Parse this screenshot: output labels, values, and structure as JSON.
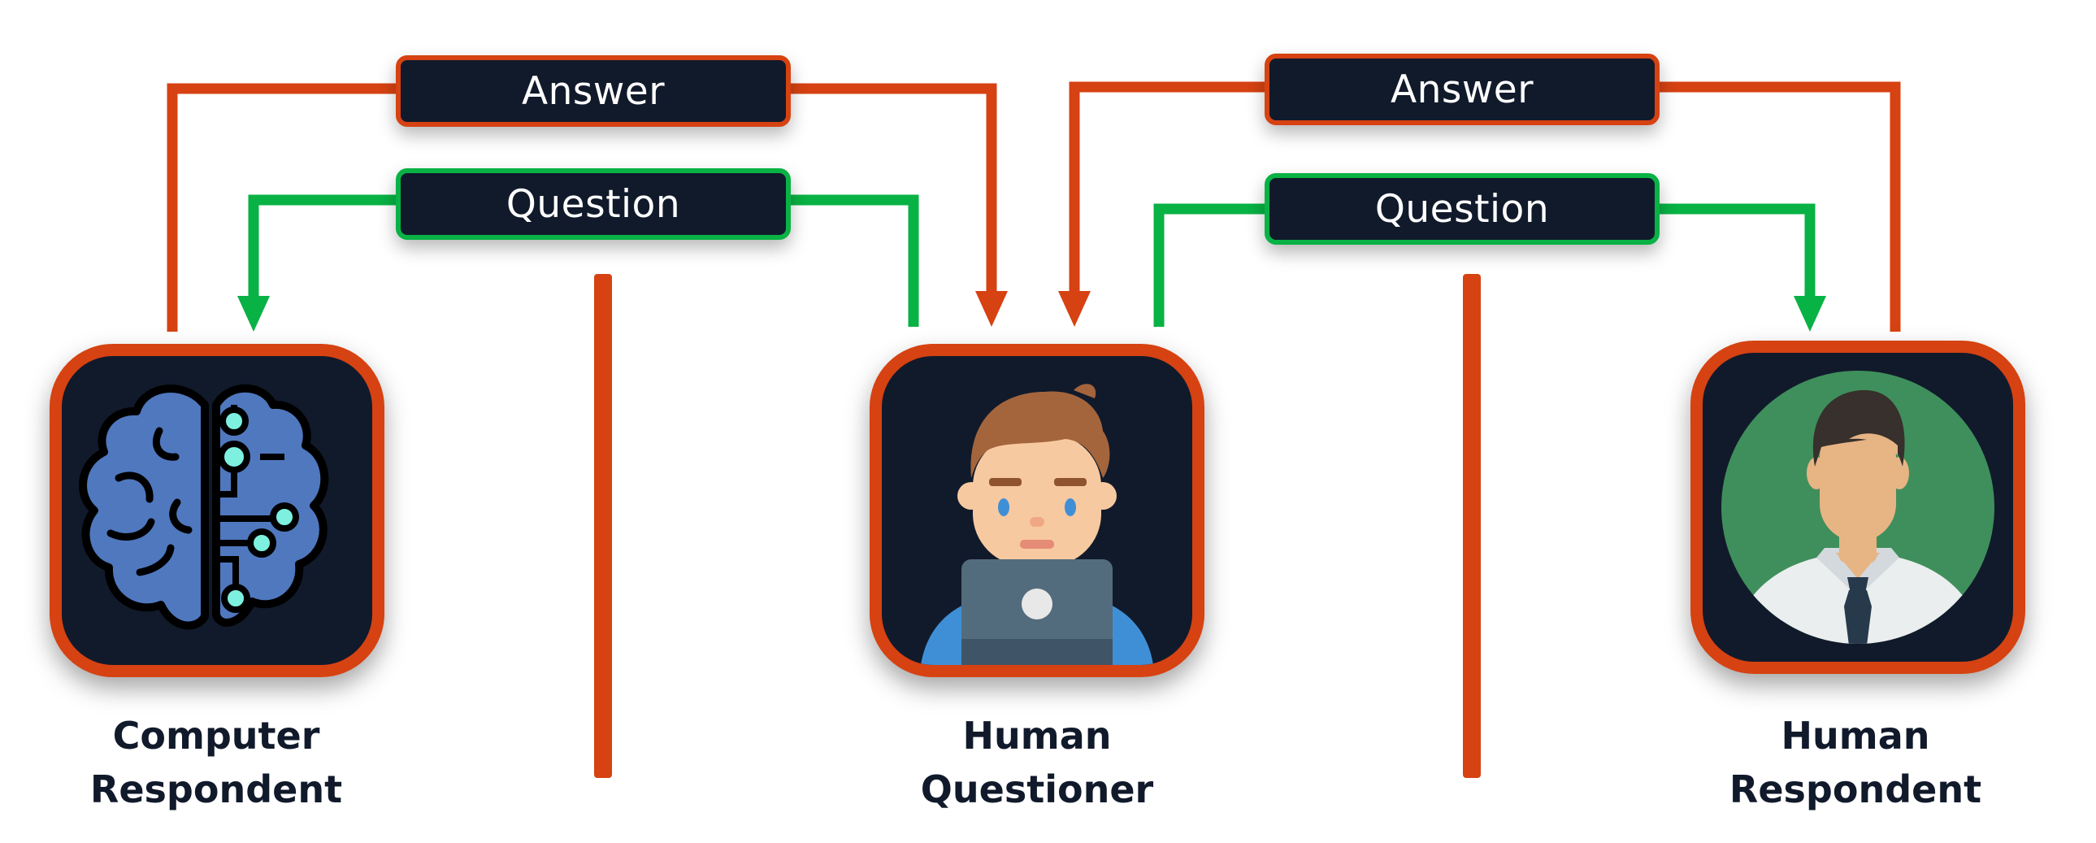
{
  "diagram": {
    "left_group": {
      "answer_label": "Answer",
      "question_label": "Question"
    },
    "right_group": {
      "answer_label": "Answer",
      "question_label": "Question"
    },
    "participants": [
      {
        "line1": "Computer",
        "line2": "Respondent",
        "icon": "brain-circuit-icon"
      },
      {
        "line1": "Human",
        "line2": "Questioner",
        "icon": "person-laptop-icon"
      },
      {
        "line1": "Human",
        "line2": "Respondent",
        "icon": "businessman-icon"
      }
    ]
  },
  "colors": {
    "answer": "#d64212",
    "question": "#08b244",
    "card_background": "#111a2b",
    "text": "#111a2b"
  }
}
